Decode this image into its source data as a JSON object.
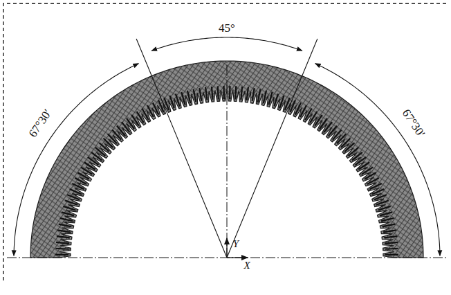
{
  "diagram": {
    "labels": [
      "45°",
      "67°30′",
      "67°30′",
      "Y",
      "X"
    ]
  }
}
